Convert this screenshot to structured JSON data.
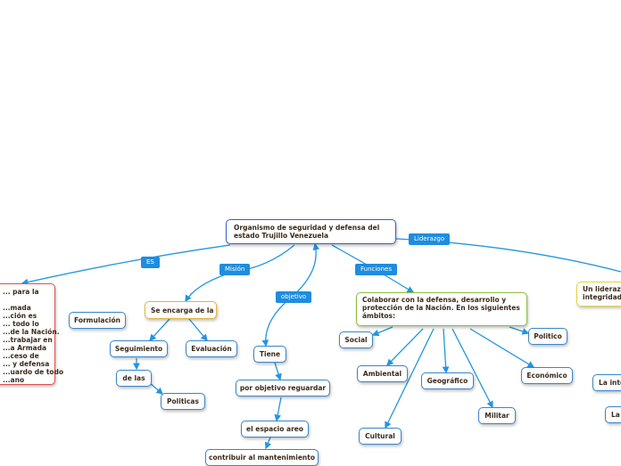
{
  "root": "Organismo de seguridad y defensa del estado Trujillo Venezuela",
  "links": {
    "es": "ES",
    "mision": "Misión",
    "objetivo": "objetivo",
    "funciones": "Funciones",
    "liderazgo": "Liderazgo"
  },
  "es_text": "... para la\n\n...mada\n...ción es\n... todo lo\n...de la Nación.\n...trabajar en\n...a Armada\n...ceso de\n... y defensa\n...uardo de todo\n...ano",
  "mision": {
    "head": "Se encarga de la",
    "formulacion": "Formulación",
    "seguimiento": "Seguimiento",
    "evaluacion": "Evaluación",
    "de_las": "de las",
    "politicas": "Politicas"
  },
  "objetivo": {
    "tiene": "Tiene",
    "reguardar": "por objetivo reguardar",
    "espacio": "el espacio areo",
    "contribuir": "contribuir al mantenimiento"
  },
  "funciones": {
    "head": "Colaborar con la defensa, desarrollo y protección de la Nación. En los siguientes ámbitos:",
    "social": "Social",
    "ambiental": "Ambiental",
    "cultural": "Cultural",
    "geografico": "Geográfico",
    "militar": "Militar",
    "economico": "Económico",
    "politico": "Politico"
  },
  "liderazgo": {
    "head": "Un liderazgo\nintegridad",
    "inte": "La inte",
    "la": "La"
  }
}
